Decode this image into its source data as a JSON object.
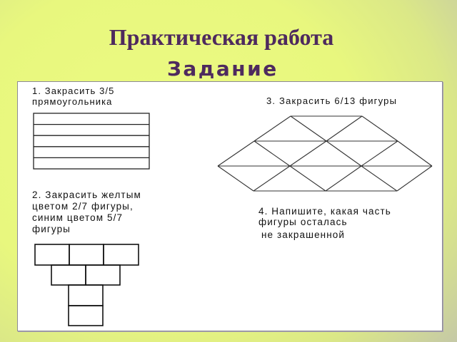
{
  "header": {
    "title": "Практическая работа",
    "subtitle": "Задание"
  },
  "colors": {
    "title": "#4e2a5e",
    "background_center": "#ecfb82",
    "background_edge": "#b7b8a6",
    "card": "#ffffff",
    "lines": "#222222"
  },
  "tasks": [
    {
      "number": "1",
      "lines": [
        "1. Закрасить 3/5",
        "прямоугольника"
      ],
      "figure": "rectangle",
      "parts": 5
    },
    {
      "number": "2",
      "lines": [
        "2. Закрасить желтым",
        "цветом 2/7 фигуры,",
        "синим цветом 5/7",
        "фигуры"
      ],
      "figure": "pyramid-of-squares",
      "parts": 7
    },
    {
      "number": "3",
      "lines": [
        "3. Закрасить 6/13 фигуры"
      ],
      "figure": "hexagon-of-triangles",
      "parts": 13
    },
    {
      "number": "4",
      "lines": [
        "4. Напишите, какая часть",
        "фигуры осталась",
        "не закрашенной"
      ]
    }
  ]
}
